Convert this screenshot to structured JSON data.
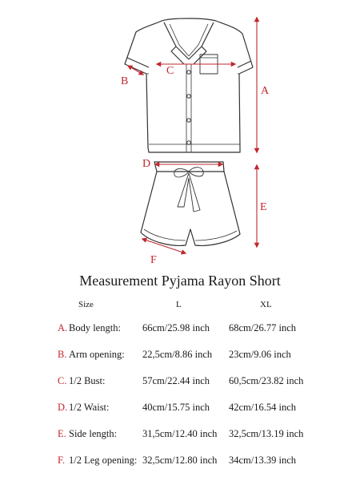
{
  "title": "Measurement Pyjama Rayon Short",
  "dimension_labels": {
    "A": "A",
    "B": "B",
    "C": "C",
    "D": "D",
    "E": "E",
    "F": "F"
  },
  "colors": {
    "accent": "#c0272d",
    "outline": "#333333"
  },
  "table": {
    "headers": {
      "size": "Size",
      "l": "L",
      "xl": "XL"
    },
    "rows": [
      {
        "letter": "A.",
        "name": "Body length:",
        "l": "66cm/25.98 inch",
        "xl": "68cm/26.77 inch"
      },
      {
        "letter": "B.",
        "name": "Arm opening:",
        "l": "22,5cm/8.86 inch",
        "xl": "23cm/9.06 inch"
      },
      {
        "letter": "C.",
        "name": "1/2 Bust:",
        "l": "57cm/22.44 inch",
        "xl": "60,5cm/23.82 inch"
      },
      {
        "letter": "D.",
        "name": "1/2 Waist:",
        "l": "40cm/15.75 inch",
        "xl": "42cm/16.54 inch"
      },
      {
        "letter": "E.",
        "name": "Side length:",
        "l": "31,5cm/12.40 inch",
        "xl": "32,5cm/13.19 inch"
      },
      {
        "letter": "F.",
        "name": "1/2 Leg opening:",
        "l": "32,5cm/12.80 inch",
        "xl": "34cm/13.39 inch"
      }
    ]
  }
}
